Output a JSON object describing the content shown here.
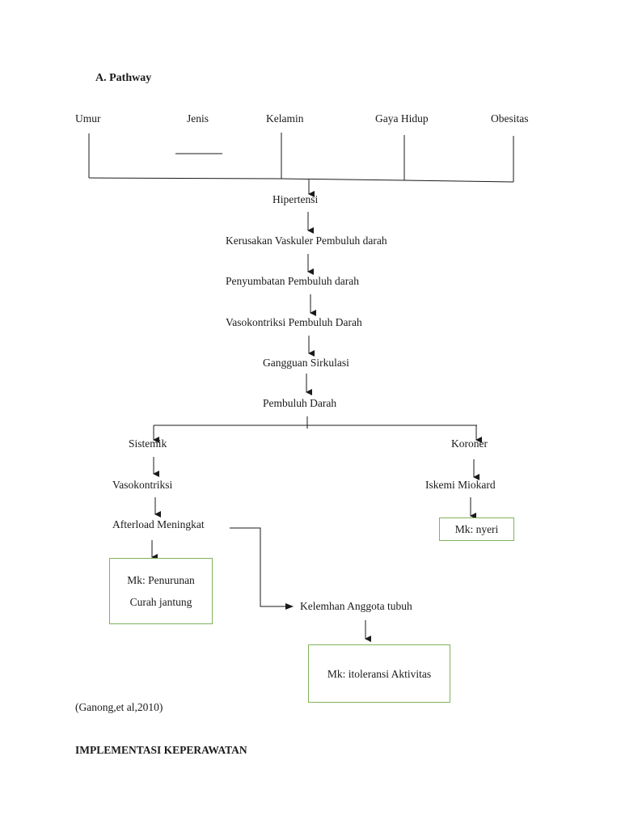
{
  "section": {
    "heading": "A.  Pathway"
  },
  "factors": {
    "umur": "Umur",
    "jenis": "Jenis",
    "kelamin": "Kelamin",
    "gaya_hidup": "Gaya Hidup",
    "obesitas": "Obesitas"
  },
  "chain": [
    "Hipertensi",
    "Kerusakan Vaskuler Pembuluh darah",
    "Penyumbatan Pembuluh darah",
    "Vasokontriksi Pembuluh Darah",
    "Gangguan Sirkulasi",
    "Pembuluh Darah"
  ],
  "left_branch": {
    "items": [
      "Sistemik",
      "Vasokontriksi",
      "Afterload Meningkat"
    ],
    "diagnosis": [
      "Mk:  Penurunan",
      "Curah jantung"
    ]
  },
  "right_branch": {
    "items": [
      "Koroner",
      "Iskemi Miokard"
    ],
    "diagnosis": "Mk: nyeri"
  },
  "side_branch": {
    "item": "Kelemhan Anggota tubuh",
    "diagnosis": "Mk: itoleransi Aktivitas"
  },
  "citation": "(Ganong,et al,2010)",
  "next_heading": "IMPLEMENTASI KEPERAWATAN",
  "colors": {
    "box_border": "#7fb35a",
    "line": "#1a1a1a"
  }
}
